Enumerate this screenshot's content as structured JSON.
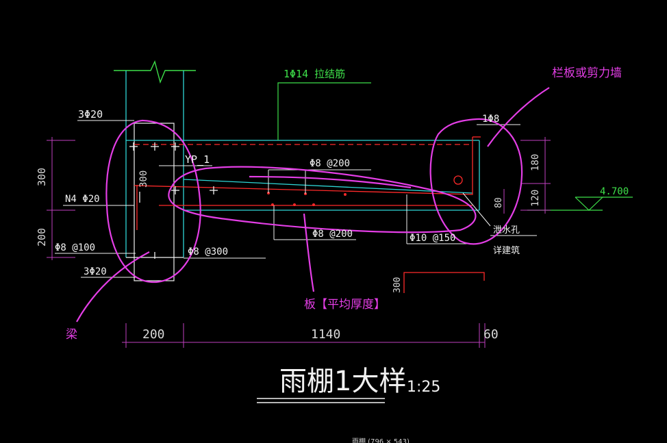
{
  "labels": {
    "tie_bar": "1Φ14 拉结筋",
    "beam_top": "3Φ20",
    "beam_side": "N4 Φ20",
    "beam_stirrup": "Φ8 @100",
    "beam_bottom": "3Φ20",
    "stirrup_300": "Φ8 @300",
    "slab_ref": "YP_1",
    "slab_top_bar": "Φ8 @200",
    "slab_bottom_bar": "Φ8 @200",
    "slab_distribution": "Φ10 @150",
    "edge_bar": "1Φ8",
    "drain_hole": "泄水孔",
    "see_arch": "详建筑",
    "elevation": "4.700",
    "dim_300_left": "300",
    "dim_200_left": "200",
    "dim_300_beam": "300",
    "dim_180": "180",
    "dim_120": "120",
    "dim_80": "80",
    "dim_300_bottom": "300",
    "dim_200_bottom": "200",
    "dim_1140": "1140",
    "dim_60": "60"
  },
  "annotations": {
    "wall": "栏板或剪力墙",
    "slab": "板【平均厚度】",
    "beam": "梁"
  },
  "title": {
    "text": "雨棚1大样",
    "scale": "1:25"
  },
  "status": {
    "caption": "雨棚 (796 × 543)"
  },
  "colors": {
    "background": "#000000",
    "beam_outline": "#f2f2f2",
    "slab_outline": "#2fd6d6",
    "rebar": "#ff2a2a",
    "dimension": "#c040c0",
    "leader_green": "#3ee04a",
    "annotation": "#e43ee6"
  }
}
